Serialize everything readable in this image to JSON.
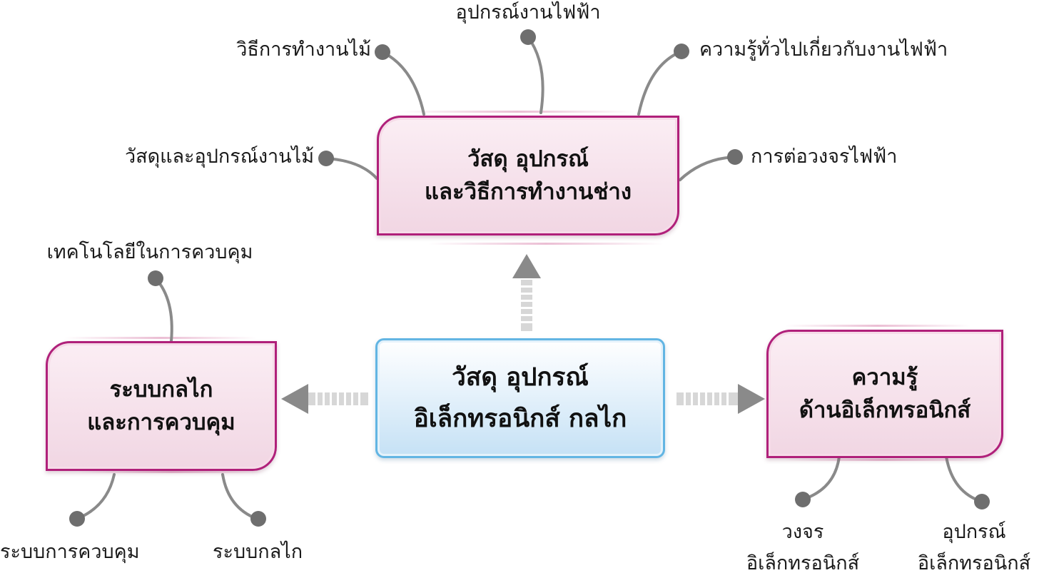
{
  "center": {
    "line1": "วัสดุ อุปกรณ์",
    "line2": "อิเล็กทรอนิกส์ กลไก"
  },
  "top_node": {
    "line1": "วัสดุ อุปกรณ์",
    "line2": "และวิธีการทำงานช่าง",
    "branches": [
      "วัสดุและอุปกรณ์งานไม้",
      "วิธีการทำงานไม้",
      "อุปกรณ์งานไฟฟ้า",
      "ความรู้ทั่วไปเกี่ยวกับงานไฟฟ้า",
      "การต่อวงจรไฟฟ้า"
    ]
  },
  "left_node": {
    "line1": "ระบบกลไก",
    "line2": "และการควบคุม",
    "branches": [
      "เทคโนโลยีในการควบคุม",
      "ระบบการควบคุม",
      "ระบบกลไก"
    ]
  },
  "right_node": {
    "line1": "ความรู้",
    "line2": "ด้านอิเล็กทรอนิกส์",
    "branches": [
      {
        "line1": "วงจร",
        "line2": "อิเล็กทรอนิกส์"
      },
      {
        "line1": "อุปกรณ์",
        "line2": "อิเล็กทรอนิกส์"
      }
    ]
  },
  "colors": {
    "pink_border": "#b0207a",
    "blue_border": "#62b5e3",
    "connector": "#8a8a8a",
    "dot": "#6e6e6e"
  }
}
